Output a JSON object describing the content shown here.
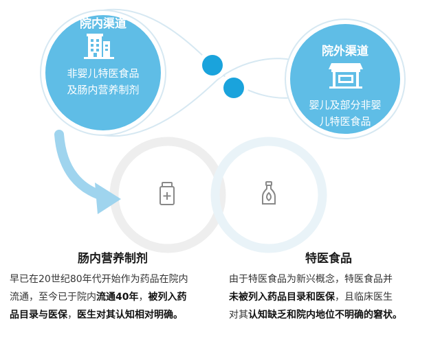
{
  "colors": {
    "bubble_fill": "#5fbde6",
    "bubble_outline": "#d6e8f2",
    "connector_dot": "#1aa3dc",
    "arrow": "#9fd4ee",
    "ring_gray": "#eeeeee",
    "ring_blue": "#e9f3f8",
    "icon_gray": "#888888"
  },
  "inner_bubble": {
    "title": "院内渠道",
    "icon": "hospital-building-icon",
    "line1": "非婴儿特医食品",
    "line2": "及肠内营养制剂"
  },
  "outer_bubble": {
    "title": "院外渠道",
    "icon": "storefront-icon",
    "line1": "婴儿及部分非婴",
    "line2": "儿特医食品"
  },
  "left_ring": {
    "icon": "medicine-bottle-icon"
  },
  "right_ring": {
    "icon": "nutrition-bottle-icon"
  },
  "left_column": {
    "title": "肠内营养制剂",
    "line1": "早已在20世纪80年代开始作为药品在院内",
    "line2_pre": "流通，至今已于院内",
    "line2_bold1": "流通40年",
    "line2_mid": "，",
    "line2_bold2": "被列入药",
    "line3_bold1": "品目录与医保",
    "line3_mid": "，",
    "line3_bold2": "医生对其认知相对明确。"
  },
  "right_column": {
    "title": "特医食品",
    "line1": "由于特医食品为新兴概念，特医食品并",
    "line2_bold": "未被列入药品目录和医保",
    "line2_post": "，且临床医生",
    "line3_pre": "对其",
    "line3_bold": "认知缺乏和院内地位不明确的窘状。"
  }
}
